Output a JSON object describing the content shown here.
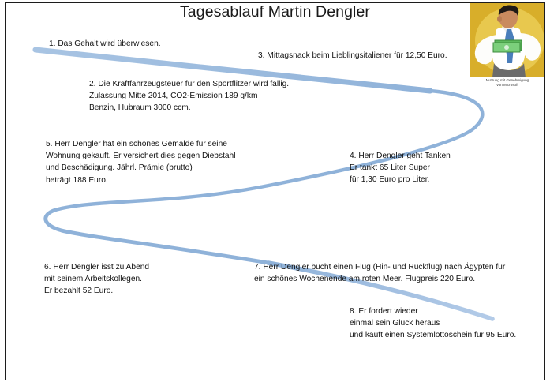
{
  "slide": {
    "title": "Tagesablauf Martin Dengler",
    "background_color": "#ffffff",
    "border_color": "#1c1c1c"
  },
  "curve": {
    "name": "s-shaped-process-arrow",
    "color": "#8fb2d9",
    "accent_color": "#a8c4e3"
  },
  "clipart": {
    "name": "businessman-with-money-clipart",
    "background_color": "#d8ae2a",
    "shirt_color": "#ffffff",
    "tie_color": "#4a7ebb",
    "money_color": "#5cb85c",
    "caption": "Nutzung mit Genehmigung\nvon Microsoft"
  },
  "notes": [
    {
      "id": "note-1",
      "number": "1.",
      "text": "1. Das Gehalt wird überwiesen."
    },
    {
      "id": "note-3",
      "number": "3.",
      "text": "3. Mittagsnack beim Lieblingsitaliener für 12,50 Euro."
    },
    {
      "id": "note-2",
      "number": "2.",
      "text": "2. Die Kraftfahrzeugsteuer für den Sportflitzer wird fällig.\nZulassung Mitte 2014, CO2-Emission 189 g/km\nBenzin, Hubraum 3000 ccm."
    },
    {
      "id": "note-5",
      "number": "5.",
      "text": "5.  Herr Dengler hat ein schönes Gemälde für seine\nWohnung gekauft. Er versichert dies gegen Diebstahl\nund Beschädigung. Jährl. Prämie (brutto)\nbeträgt 188 Euro."
    },
    {
      "id": "note-4",
      "number": "4.",
      "text": "4. Herr Dengler geht Tanken\nEr tankt 65 Liter Super\nfür 1,30 Euro pro Liter."
    },
    {
      "id": "note-6",
      "number": "6.",
      "text": "6. Herr Dengler isst zu Abend\nmit seinem Arbeitskollegen.\nEr bezahlt 52 Euro."
    },
    {
      "id": "note-7",
      "number": "7.",
      "text": "7. Herr Dengler bucht einen Flug (Hin- und Rückflug) nach Ägypten für\n          ein schönes Wochenende am roten Meer. Flugpreis 220 Euro."
    },
    {
      "id": "note-8",
      "number": "8.",
      "text": "8. Er fordert wieder\neinmal sein Glück heraus\nund kauft einen Systemlottoschein für 95 Euro."
    }
  ]
}
